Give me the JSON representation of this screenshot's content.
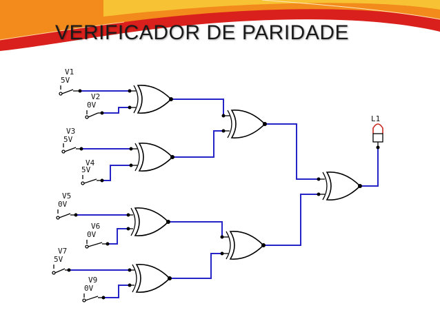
{
  "title": "VERIFICADOR DE PARIDADE",
  "colors": {
    "wire": "#2323c8",
    "banner_red": "#d9201c",
    "banner_orange": "#f28a1c",
    "banner_yellow": "#f7c335",
    "lamp": "#c8281e"
  },
  "sources": [
    {
      "name": "V1",
      "voltage": "5V"
    },
    {
      "name": "V2",
      "voltage": "0V"
    },
    {
      "name": "V3",
      "voltage": "5V"
    },
    {
      "name": "V4",
      "voltage": "5V"
    },
    {
      "name": "V5",
      "voltage": "0V"
    },
    {
      "name": "V6",
      "voltage": "0V"
    },
    {
      "name": "V7",
      "voltage": "5V"
    },
    {
      "name": "V9",
      "voltage": "0V"
    }
  ],
  "output": {
    "name": "L1"
  },
  "gate_type": "XOR"
}
